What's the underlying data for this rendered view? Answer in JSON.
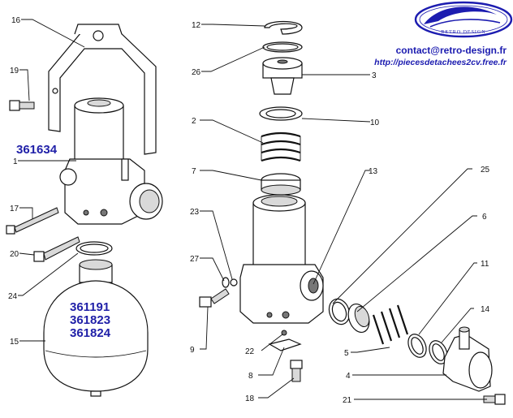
{
  "logo": {
    "text": "RETRO DESIGN",
    "color": "#1c1cb0"
  },
  "contact": {
    "email": "contact@retro-design.fr",
    "url": "http://piecesdetachees2cv.free.fr"
  },
  "part_numbers": {
    "sphere_top": "361191",
    "sphere_mid": "361823",
    "sphere_bot": "361824",
    "valve_assembly": "361634",
    "color": "#2020a8"
  },
  "callouts": {
    "n1": "1",
    "n2": "2",
    "n3": "3",
    "n4": "4",
    "n5": "5",
    "n6": "6",
    "n7": "7",
    "n8": "8",
    "n9": "9",
    "n10": "10",
    "n11": "11",
    "n12": "12",
    "n13": "13",
    "n14": "14",
    "n15": "15",
    "n16": "16",
    "n17": "17",
    "n18": "18",
    "n19": "19",
    "n20": "20",
    "n21": "21",
    "n22": "22",
    "n23": "23",
    "n24": "24",
    "n25": "25",
    "n26": "26",
    "n27": "27"
  }
}
